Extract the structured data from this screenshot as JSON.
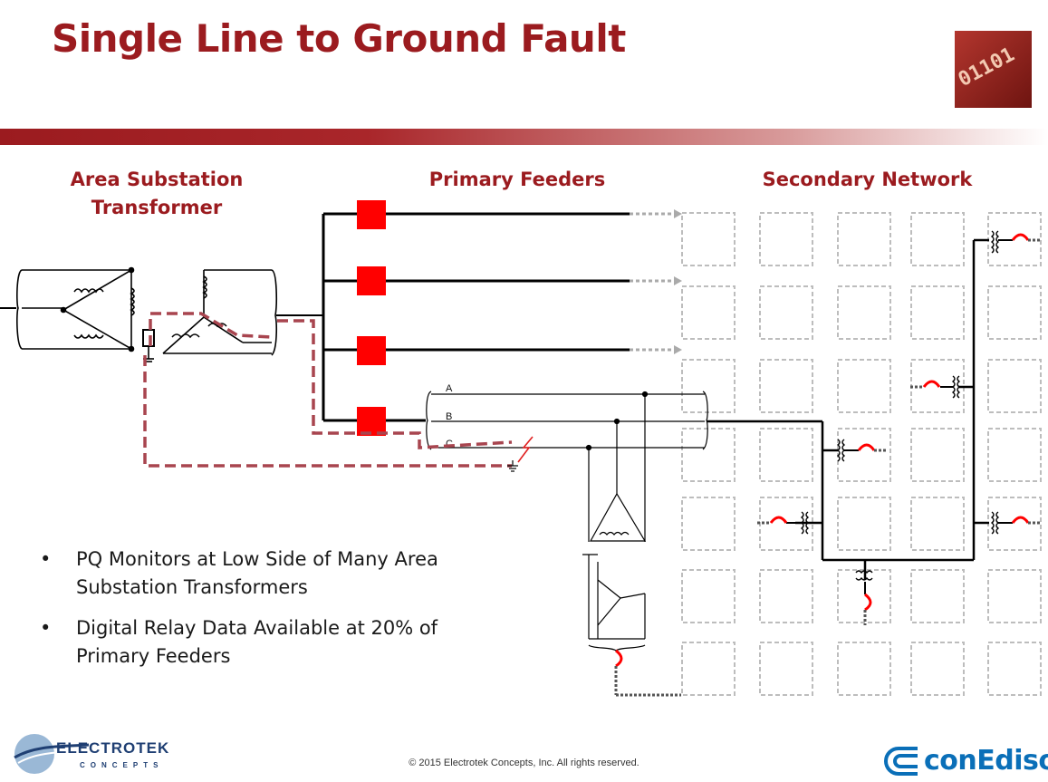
{
  "slide": {
    "title": "Single Line to Ground Fault"
  },
  "sections": {
    "substation_line1": "Area Substation",
    "substation_line2": "Transformer",
    "primary": "Primary Feeders",
    "secondary": "Secondary Network"
  },
  "phases": [
    "A",
    "B",
    "C"
  ],
  "bullets": [
    {
      "line1": "PQ Monitors at Low Side of Many Area",
      "line2": "Substation Transformers"
    },
    {
      "line1": "Digital Relay Data Available at 20% of",
      "line2": "Primary Feeders"
    }
  ],
  "bullet_symbol": "•",
  "footer": {
    "copyright": "© 2015 Electrotek Concepts,  Inc. All rights reserved."
  },
  "logos": {
    "electrotek_name": "ELECTROTEK",
    "electrotek_sub": "CONCEPTS",
    "conedison": "conEdison",
    "corner_tile_icon": "binary-wire-icon",
    "corner_tile_digits": "01101"
  },
  "colors": {
    "title": "#9b1b1f",
    "breaker": "#ff0000",
    "fault_path": "#a8454f",
    "flow_arrow": "#aaaaaa",
    "conedison": "#0a6fb8",
    "electrotek": "#1f3f73"
  }
}
